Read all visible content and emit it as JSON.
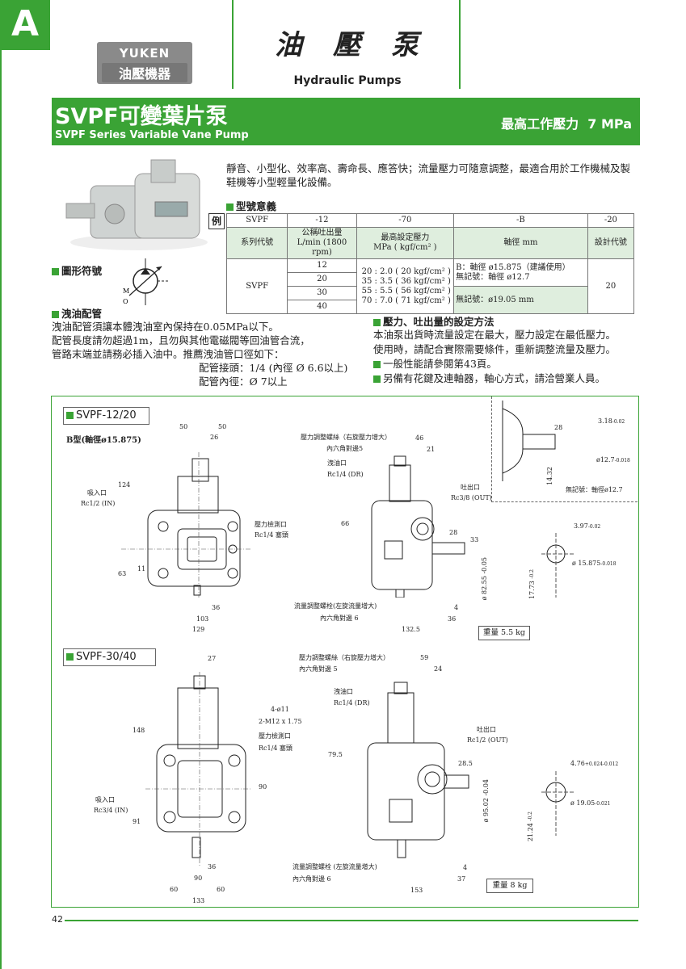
{
  "header": {
    "tab_letter": "A",
    "brand_top": "YUKEN",
    "brand_bottom": "油壓機器",
    "title_cn": "油　壓　泵",
    "title_en": "Hydraulic Pumps"
  },
  "banner": {
    "title_cn": "SVPF可變葉片泵",
    "title_en": "SVPF Series Variable Vane Pump",
    "pressure": "最高工作壓力  7 MPa"
  },
  "intro": "靜音、小型化、效率高、壽命長、應答快；流量壓力可隨意調整，最適合用於工作機械及製鞋機等小型輕量化設備。",
  "model": {
    "heading": "型號意義",
    "example_label": "例",
    "codes": [
      "SVPF",
      "-12",
      "-70",
      "-B",
      "-20"
    ],
    "labels": [
      "系列代號",
      "公稱吐出量\nL/min (1800 rpm)",
      "最高設定壓力\nMPa ( kgf/cm² )",
      "軸徑 mm",
      "設計代號"
    ],
    "series": "SVPF",
    "flows": [
      "12",
      "20",
      "30",
      "40"
    ],
    "pressures": [
      "20 : 2.0 ( 20 kgf/cm² )",
      "35 : 3.5 ( 36 kgf/cm² )",
      "55 : 5.5 ( 56 kgf/cm² )",
      "70 : 7.0 ( 71 kgf/cm² )"
    ],
    "shaft_a1": "B：軸徑 ø15.875（建議使用）",
    "shaft_a2": "無記號：軸徑 ø12.7",
    "shaft_b": "無記號：ø19.05 mm",
    "design": "20"
  },
  "symbol_heading": "圖形符號",
  "drain": {
    "heading": "洩油配管",
    "lines": [
      "洩油配管須讓本體洩油室內保持在0.05MPa以下。",
      "配管長度請勿超過1m，且勿與其他電磁閥等回油管合流，",
      "管路末端並請務必插入油中。推薦洩油管口徑如下："
    ],
    "joint": "配管接頭：1/4 (內徑 Ø 6.6以上)",
    "inner": "配管內徑：Ø 7以上"
  },
  "setting": {
    "heading": "壓力、吐出量的設定方法",
    "lines": [
      "本油泵出貨時流量設定在最大，壓力設定在最低壓力。",
      "使用時，請配合實際需要條件，重新調整流量及壓力。"
    ],
    "note1": "一般性能請參閱第43頁。",
    "note2": "另備有花鍵及連軸器，軸心方式，請洽營業人員。"
  },
  "drawing1": {
    "title": "SVPF-12/20",
    "subtitle": "B型(軸徑ø15.875)",
    "suction": "吸入口",
    "suction_port": "Rc1/2 (IN)",
    "gauge": "壓力檢測口",
    "gauge_port": "Rc1/4 塞頭",
    "press_screw": "壓力調整螺絲（右旋壓力增大）",
    "hex5": "內六角對邊5",
    "drain": "洩油口",
    "drain_port": "Rc1/4 (DR)",
    "outlet": "吐出口",
    "outlet_port": "Rc3/8 (OUT)",
    "flow_screw": "流量調整螺栓(左旋流量增大)",
    "hex6": "內六角對邊 6",
    "weight": "重量 5.5 kg",
    "no_mark": "無記號：軸徑ø12.7",
    "dims": {
      "d50a": "50",
      "d50b": "50",
      "d26": "26",
      "d124": "124",
      "d63": "63",
      "d11": "11",
      "d36": "36",
      "d103": "103",
      "d129": "129",
      "d46": "46",
      "d21": "21",
      "d66": "66",
      "d28": "28",
      "d33": "33",
      "d82": "ø 82.55",
      "d82tol": "-0.05",
      "d4": "4",
      "d36b": "36",
      "d132": "132.5",
      "d28b": "28",
      "d318": "3.18",
      "d318tol": "-0.02",
      "d127": "ø12.7",
      "d127tol": "-0.018",
      "d1432": "14.32",
      "d397": "3.97",
      "d397tol": "-0.02",
      "d15875": "ø 15.875",
      "d15875tol": "-0.018",
      "d1773": "17.73",
      "d1773tol": "-0.2",
      "zero": "0",
      "plus0": "+0"
    }
  },
  "drawing2": {
    "title": "SVPF-30/40",
    "suction": "吸入口",
    "suction_port": "Rc3/4 (IN)",
    "bolt": "4-ø11",
    "thread": "2-M12 x 1.75",
    "gauge": "壓力檢測口",
    "gauge_port": "Rc1/4 塞頭",
    "press_screw": "壓力調整螺絲（右旋壓力增大）",
    "hex5": "內六角對邊 5",
    "drain": "洩油口",
    "drain_port": "Rc1/4 (DR)",
    "outlet": "吐出口",
    "outlet_port": "Rc1/2 (OUT)",
    "flow_screw": "流量調整螺栓 (左旋流量增大)",
    "hex6": "內六角對邊 6",
    "weight": "重量 8 kg",
    "dims": {
      "d27": "27",
      "d148": "148",
      "d90v": "90",
      "d91": "91",
      "d36": "36",
      "d90": "90",
      "d60a": "60",
      "d60b": "60",
      "d133": "133",
      "d59": "59",
      "d24": "24",
      "d795": "79.5",
      "d285": "28.5",
      "d95": "ø 95.02",
      "d95tol": "-0.04",
      "d4": "4",
      "d37": "37",
      "d153": "153",
      "d476": "4.76",
      "d476tol1": "+0.024",
      "d476tol2": "-0.012",
      "d1905": "ø 19.05",
      "d1905tol": "-0.021",
      "d2124": "21.24",
      "d2124tol": "-0.2",
      "zero": "0",
      "plus0": "+0"
    }
  },
  "footer": {
    "page": "42"
  },
  "colors": {
    "accent": "#3aa335",
    "table_fill": "#dfeede"
  }
}
